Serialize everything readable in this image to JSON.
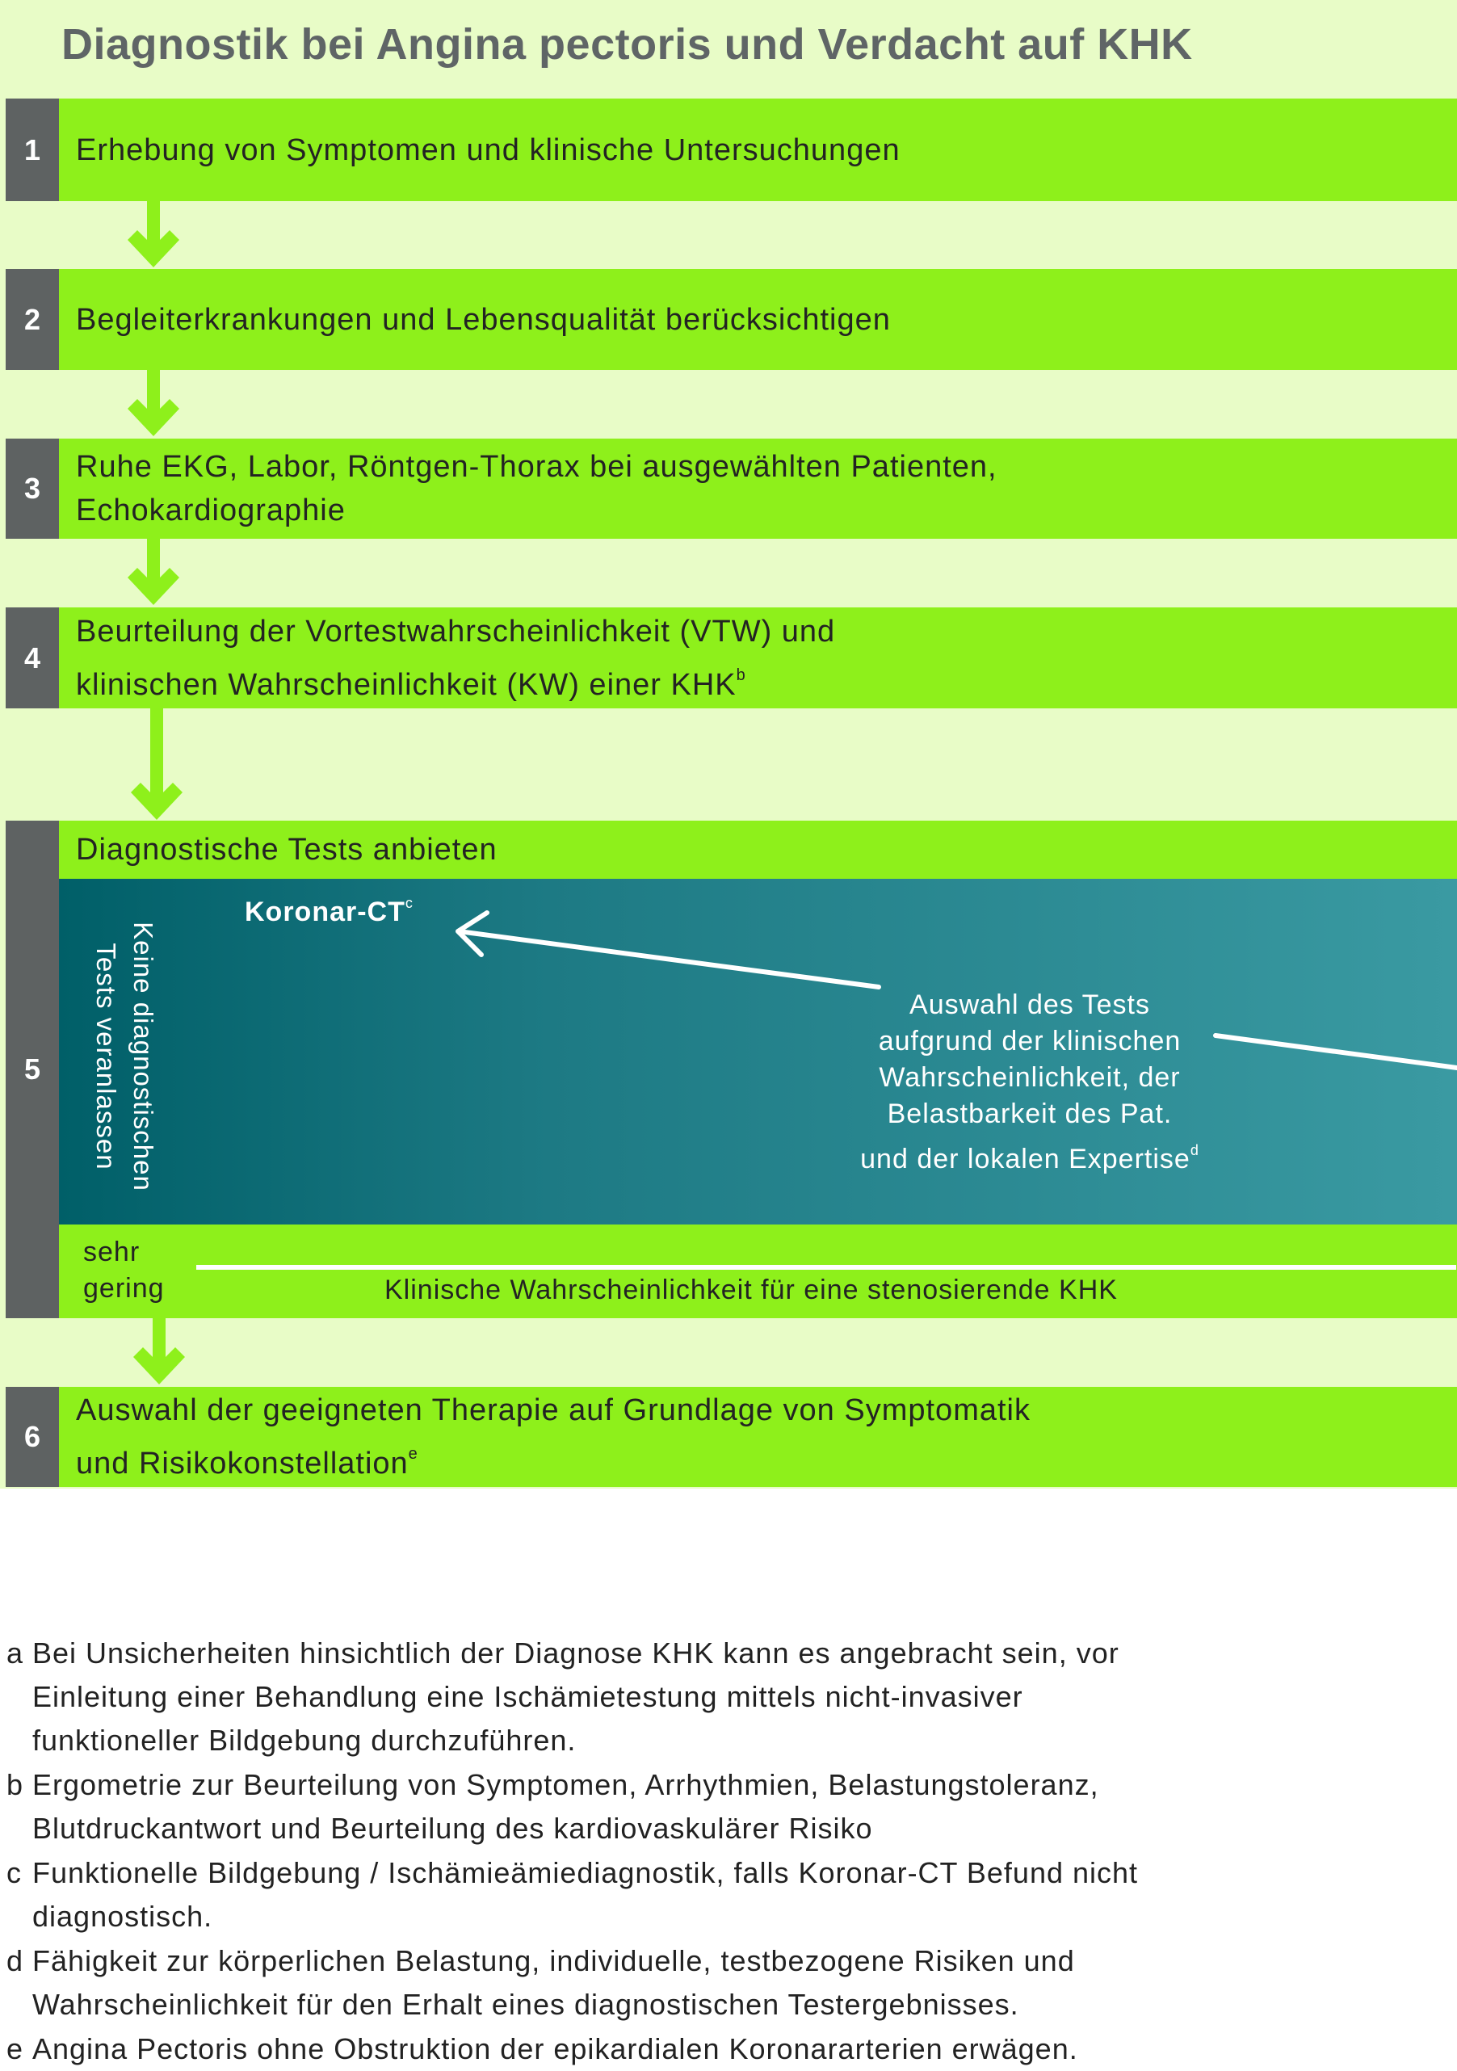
{
  "title": "Diagnostik bei Angina pectoris und Verdacht auf KHK",
  "colors": {
    "panel": "#e8fcc7",
    "step_bar": "#8ef01b",
    "number_tab": "#5e6262",
    "arrow": "#8ef01b",
    "teal": "#1d7a84"
  },
  "steps": [
    {
      "number": "1",
      "line1": "Erhebung von Symptomen und klinische Untersuchungen",
      "line2": "",
      "sup": ""
    },
    {
      "number": "2",
      "line1": "Begleiterkrankungen und Lebensqualität berücksichtigen",
      "line2": "",
      "sup": ""
    },
    {
      "number": "3",
      "line1": "Ruhe EKG, Labor, Röntgen-Thorax bei ausgewählten Patienten,",
      "line2": "Echokardiographie",
      "sup": ""
    },
    {
      "number": "4",
      "line1": "Beurteilung der Vortestwahrscheinlichkeit (VTW) und",
      "line2": "klinischen Wahrscheinlichkeit (KW) einer KHK",
      "sup": "b"
    },
    {
      "number": "5",
      "line1": "Diagnostische Tests anbieten",
      "line2": "",
      "sup": ""
    },
    {
      "number": "6",
      "line1": "Auswahl der geeigneten Therapie auf Grundlage von Symptomatik",
      "line2": "und Risikokonstellation",
      "sup": "e"
    }
  ],
  "step5": {
    "vertical_line1": "Keine diagnostischen",
    "vertical_line2": "Tests veranlassen",
    "koronar": "Koronar-CT",
    "koronar_sup": "c",
    "auswahl_lines": [
      "Auswahl des Tests",
      "aufgrund der klinischen",
      "Wahrscheinlichkeit, der",
      "Belastbarkeit des Pat.",
      "und der lokalen Expertise"
    ],
    "auswahl_sup": "d",
    "sehr": "sehr",
    "gering": "gering",
    "klinische_label": "Klinische Wahrscheinlichkeit für eine stenosierende KHK"
  },
  "footnotes": [
    {
      "letter": "a",
      "lines": [
        "Bei Unsicherheiten hinsichtlich der Diagnose KHK kann es angebracht sein, vor",
        "Einleitung einer Behandlung eine Ischämietestung mittels nicht-invasiver",
        "funktioneller Bildgebung durchzuführen."
      ]
    },
    {
      "letter": "b",
      "lines": [
        "Ergometrie zur Beurteilung von Symptomen, Arrhythmien, Belastungstoleranz,",
        "Blutdruckantwort und Beurteilung des kardiovaskulärer Risiko"
      ]
    },
    {
      "letter": "c",
      "lines": [
        "Funktionelle Bildgebung / Ischämieämiediagnostik, falls Koronar-CT Befund nicht",
        "diagnostisch."
      ]
    },
    {
      "letter": "d",
      "lines": [
        "Fähigkeit zur körperlichen Belastung, individuelle, testbezogene Risiken und",
        "Wahrscheinlichkeit für den Erhalt eines diagnostischen Testergebnisses."
      ]
    },
    {
      "letter": "e",
      "lines": [
        "Angina Pectoris ohne Obstruktion der epikardialen Koronararterien erwägen."
      ]
    }
  ]
}
